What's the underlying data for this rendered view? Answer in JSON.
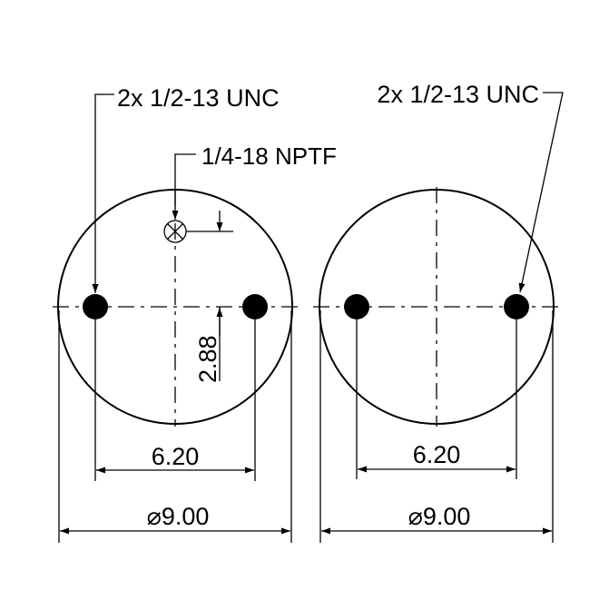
{
  "left_plate": {
    "bolt_callout": "2x 1/2-13 UNC",
    "port_callout": "1/4-18 NPTF",
    "port_offset_dim": "2.88",
    "bolt_spacing_dim": "6.20",
    "diameter_dim": "9.00",
    "diameter_symbol": "⌀"
  },
  "right_plate": {
    "bolt_callout": "2x 1/2-13 UNC",
    "bolt_spacing_dim": "6.20",
    "diameter_dim": "9.00",
    "diameter_symbol": "⌀"
  }
}
